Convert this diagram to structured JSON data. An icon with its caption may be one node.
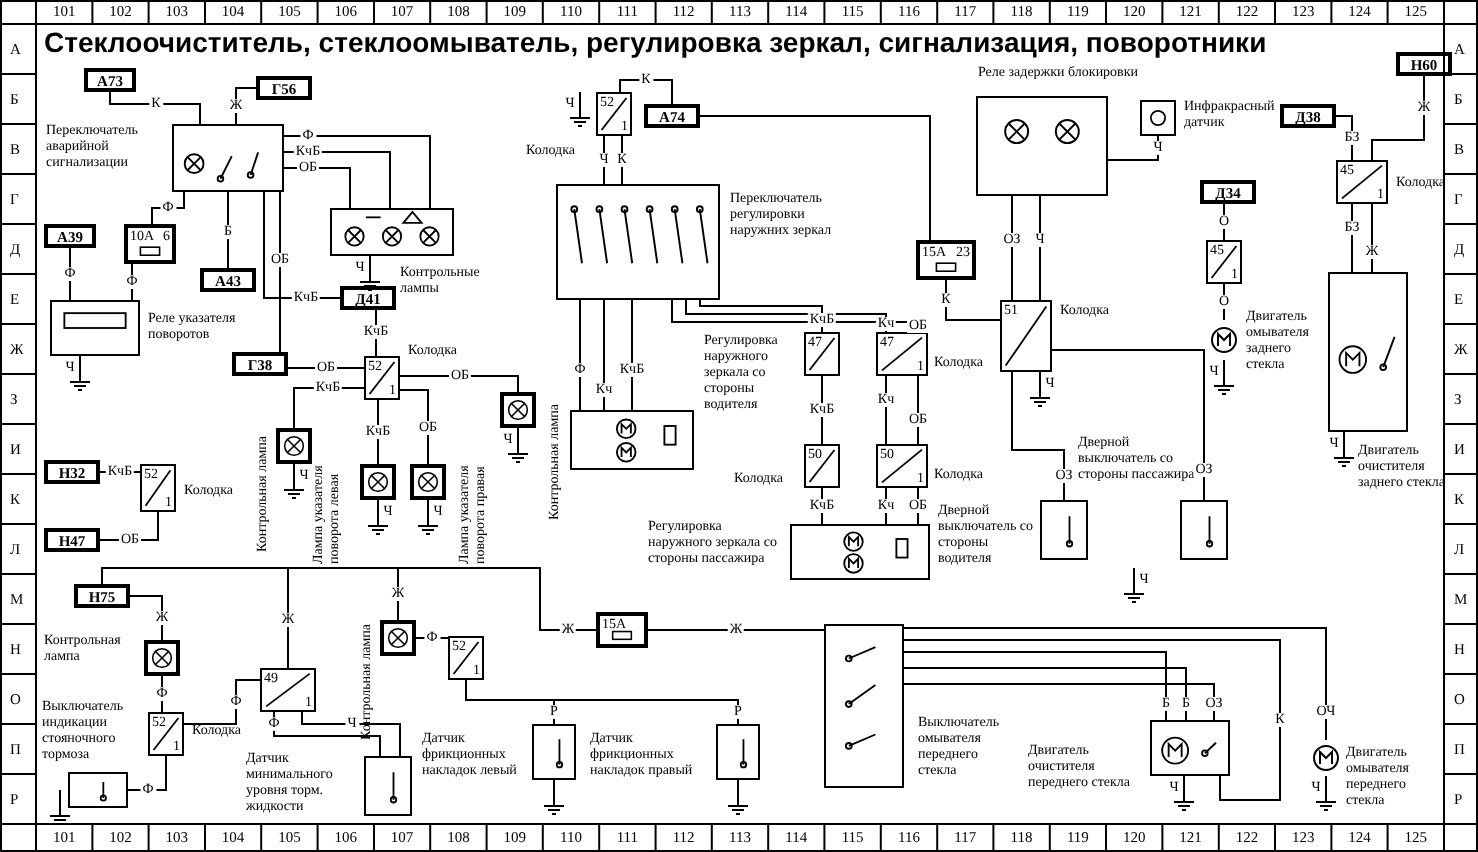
{
  "diagram": {
    "title": "Стеклоочиститель, стеклоомыватель, регулировка зеркал, сигнализация, поворотники",
    "nodes": [
      {
        "text": [
          "А73"
        ]
      },
      {
        "text": [
          "Г56"
        ]
      },
      {
        "text": [
          "Переключатель аварийной сигнализации"
        ]
      },
      {
        "text": [
          "10А",
          "6"
        ]
      },
      {
        "text": [
          "А39"
        ]
      },
      {
        "text": [
          "А43"
        ]
      },
      {
        "text": [
          "Контрольные лампы"
        ]
      },
      {
        "text": [
          "Реле указателя поворотов"
        ]
      },
      {
        "text": [
          "Д41"
        ]
      },
      {
        "text": [
          "Г38"
        ]
      },
      {
        "text": [
          "52",
          "1"
        ],
        "beside": [
          "Колодка"
        ]
      },
      {
        "text": [
          "Контрольная лампа"
        ]
      },
      {
        "text": [
          "Н32"
        ]
      },
      {
        "text": [
          "52",
          "1"
        ],
        "beside": [
          "Колодка"
        ]
      },
      {
        "text": [
          "Н47"
        ]
      },
      {
        "text": [
          "Контрольная лампа"
        ]
      },
      {
        "text": [
          "Лампа указателя поворота левая"
        ]
      },
      {
        "text": [
          "Лампа указателя поворота правая"
        ]
      },
      {
        "text": [
          "52",
          "1"
        ],
        "beside": [
          "Колодка"
        ]
      },
      {
        "text": [
          "А74"
        ]
      },
      {
        "text": [
          "Переключатель регулировки наружних зеркал"
        ]
      },
      {
        "text": [
          "15А",
          "23"
        ]
      },
      {
        "text": [
          "47"
        ]
      },
      {
        "text": [
          "47",
          "1"
        ],
        "beside": [
          "Колодка"
        ]
      },
      {
        "text": [
          "Регулировка наружного зеркала со стороны водителя"
        ]
      },
      {
        "text": [
          "50"
        ],
        "beside": [
          "Колодка"
        ]
      },
      {
        "text": [
          "50",
          "1"
        ],
        "beside": [
          "Колодка"
        ]
      },
      {
        "text": [
          "Регулировка наружного зеркала со стороны пассажира"
        ]
      },
      {
        "text": [
          "Реле задержки блокировки"
        ]
      },
      {
        "text": [
          "Инфракрасный датчик"
        ]
      },
      {
        "text": [
          "51"
        ],
        "beside": [
          "Колодка"
        ]
      },
      {
        "text": [
          "Д34"
        ]
      },
      {
        "text": [
          "45",
          "1"
        ]
      },
      {
        "text": [
          "Двигатель омывателя заднего стекла"
        ]
      },
      {
        "text": [
          "Д38"
        ]
      },
      {
        "text": [
          "Н60"
        ]
      },
      {
        "text": [
          "45",
          "1"
        ],
        "beside": [
          "Колодка"
        ]
      },
      {
        "text": [
          "Двигатель очистителя заднего стекла"
        ]
      },
      {
        "text": [
          "Дверной выключатель со стороны пассажира"
        ]
      },
      {
        "text": [
          "Дверной выключатель со стороны водителя"
        ]
      },
      {
        "text": [
          "Н75"
        ]
      },
      {
        "text": [
          "Контрольная лампа"
        ]
      },
      {
        "text": [
          "Выключатель индикации стояночного тормоза"
        ]
      },
      {
        "text": [
          "52",
          "1"
        ],
        "beside": [
          "Колодка"
        ]
      },
      {
        "text": [
          "49",
          "1"
        ]
      },
      {
        "text": [
          "Датчик минимального уровня торм. жидкости"
        ]
      },
      {
        "text": [
          "Контрольная лампа"
        ]
      },
      {
        "text": [
          "52",
          "1"
        ]
      },
      {
        "text": [
          "15А"
        ]
      },
      {
        "text": [
          "Датчик фрикционных накладок левый"
        ]
      },
      {
        "text": [
          "Датчик фрикционных накладок правый"
        ]
      },
      {
        "text": [
          "Выключатель омывателя переднего стекла"
        ]
      },
      {
        "text": [
          "Двигатель очистителя переднего стекла"
        ]
      },
      {
        "text": [
          "Двигатель омывателя переднего стекла"
        ]
      }
    ],
    "edges": [
      {
        "from": 0,
        "to": 2,
        "arrow": "none",
        "label": "К"
      },
      {
        "from": 1,
        "to": 2,
        "arrow": "none",
        "label": "Ж"
      },
      {
        "from": 2,
        "to": 6,
        "arrow": "none",
        "label": "Ф"
      },
      {
        "from": 2,
        "to": 6,
        "arrow": "none",
        "label": "КчБ"
      },
      {
        "from": 2,
        "to": 6,
        "arrow": "none",
        "label": "ОБ"
      },
      {
        "from": 2,
        "to": 3,
        "arrow": "none",
        "label": "Ф"
      },
      {
        "from": 2,
        "to": 5,
        "arrow": "none",
        "label": "Б"
      },
      {
        "from": 4,
        "to": 7,
        "arrow": "none",
        "label": "Ф"
      },
      {
        "from": 3,
        "to": 7,
        "arrow": "none",
        "label": "Ф"
      },
      {
        "from": 2,
        "to": 8,
        "arrow": "none",
        "label": "КчБ"
      },
      {
        "from": 8,
        "to": 10,
        "arrow": "none",
        "label": "КчБ"
      },
      {
        "from": 2,
        "to": 9,
        "arrow": "none",
        "label": "ОБ"
      },
      {
        "from": 9,
        "to": 10,
        "arrow": "none",
        "label": "ОБ"
      },
      {
        "from": 10,
        "to": 11,
        "arrow": "none",
        "label": "ОБ"
      },
      {
        "from": 10,
        "to": 16,
        "arrow": "none",
        "label": "КчБ"
      },
      {
        "from": 10,
        "to": 17,
        "arrow": "none",
        "label": "ОБ"
      },
      {
        "from": 10,
        "to": 15,
        "arrow": "none",
        "label": "КчБ"
      },
      {
        "from": 12,
        "to": 13,
        "arrow": "none",
        "label": "КчБ"
      },
      {
        "from": 14,
        "to": 13,
        "arrow": "none",
        "label": "ОБ"
      },
      {
        "from": 18,
        "to": 19,
        "arrow": "none",
        "label": "К"
      },
      {
        "from": 18,
        "to": 20,
        "arrow": "none",
        "label": "Ч"
      },
      {
        "from": 18,
        "to": 20,
        "arrow": "none",
        "label": "К"
      },
      {
        "from": 19,
        "to": 21,
        "arrow": "none"
      },
      {
        "from": 20,
        "to": 22,
        "arrow": "none",
        "label": "КчБ"
      },
      {
        "from": 20,
        "to": 23,
        "arrow": "none",
        "label": "Кч"
      },
      {
        "from": 20,
        "to": 23,
        "arrow": "none",
        "label": "ОБ"
      },
      {
        "from": 20,
        "to": 24,
        "arrow": "none",
        "label": "Ф"
      },
      {
        "from": 20,
        "to": 24,
        "arrow": "none",
        "label": "Кч"
      },
      {
        "from": 20,
        "to": 24,
        "arrow": "none",
        "label": "КчБ"
      },
      {
        "from": 22,
        "to": 25,
        "arrow": "none",
        "label": "КчБ"
      },
      {
        "from": 23,
        "to": 26,
        "arrow": "none",
        "label": "Кч"
      },
      {
        "from": 23,
        "to": 26,
        "arrow": "none",
        "label": "ОБ"
      },
      {
        "from": 25,
        "to": 27,
        "arrow": "none",
        "label": "КчБ"
      },
      {
        "from": 26,
        "to": 27,
        "arrow": "none",
        "label": "Кч"
      },
      {
        "from": 26,
        "to": 27,
        "arrow": "none",
        "label": "ОБ"
      },
      {
        "from": 21,
        "to": 30,
        "arrow": "none",
        "label": "К"
      },
      {
        "from": 28,
        "to": 30,
        "arrow": "none",
        "label": "ОЗ"
      },
      {
        "from": 28,
        "to": 30,
        "arrow": "none",
        "label": "Ч"
      },
      {
        "from": 29,
        "to": 28,
        "arrow": "none",
        "label": "Ч"
      },
      {
        "from": 30,
        "to": 38,
        "arrow": "none",
        "label": "ОЗ"
      },
      {
        "from": 30,
        "to": 39,
        "arrow": "none",
        "label": "ОЗ"
      },
      {
        "from": 31,
        "to": 32,
        "arrow": "none",
        "label": "О"
      },
      {
        "from": 32,
        "to": 33,
        "arrow": "none",
        "label": "О"
      },
      {
        "from": 34,
        "to": 36,
        "arrow": "none",
        "label": "БЗ"
      },
      {
        "from": 35,
        "to": 36,
        "arrow": "none",
        "label": "Ж"
      },
      {
        "from": 36,
        "to": 37,
        "arrow": "none",
        "label": "БЗ"
      },
      {
        "from": 36,
        "to": 37,
        "arrow": "none",
        "label": "Ж"
      },
      {
        "from": 40,
        "to": 41,
        "arrow": "none",
        "label": "Ж"
      },
      {
        "from": 41,
        "to": 43,
        "arrow": "none",
        "label": "Ф"
      },
      {
        "from": 43,
        "to": 42,
        "arrow": "none",
        "label": "Ф"
      },
      {
        "from": 43,
        "to": 44,
        "arrow": "none",
        "label": "Ф"
      },
      {
        "from": 40,
        "to": 44,
        "arrow": "none",
        "label": "Ж"
      },
      {
        "from": 44,
        "to": 45,
        "arrow": "none",
        "label": "Ф"
      },
      {
        "from": 44,
        "to": 45,
        "arrow": "none",
        "label": "Ч"
      },
      {
        "from": 40,
        "to": 46,
        "arrow": "none",
        "label": "Ж"
      },
      {
        "from": 46,
        "to": 47,
        "arrow": "none",
        "label": "Ф"
      },
      {
        "from": 47,
        "to": 49,
        "arrow": "none",
        "label": "Р"
      },
      {
        "from": 47,
        "to": 50,
        "arrow": "none",
        "label": "Р"
      },
      {
        "from": 40,
        "to": 48,
        "arrow": "none",
        "label": "Ж"
      },
      {
        "from": 48,
        "to": 51,
        "arrow": "none",
        "label": "Ж"
      },
      {
        "from": 51,
        "to": 52,
        "arrow": "none",
        "label": "Б"
      },
      {
        "from": 51,
        "to": 52,
        "arrow": "none",
        "label": "Б"
      },
      {
        "from": 51,
        "to": 52,
        "arrow": "none",
        "label": "ОЗ"
      },
      {
        "from": 51,
        "to": 52,
        "arrow": "none",
        "label": "К"
      },
      {
        "from": 51,
        "to": 53,
        "arrow": "none",
        "label": "ОЧ"
      }
    ],
    "labels": [
      "101",
      "102",
      "103",
      "104",
      "105",
      "106",
      "107",
      "108",
      "109",
      "110",
      "111",
      "112",
      "113",
      "114",
      "115",
      "116",
      "117",
      "118",
      "119",
      "120",
      "121",
      "122",
      "123",
      "124",
      "125",
      "А",
      "Б",
      "В",
      "Г",
      "Д",
      "Е",
      "Ж",
      "З",
      "И",
      "К",
      "Л",
      "М",
      "Н",
      "О",
      "П",
      "Р",
      "А",
      "Б",
      "В",
      "Г",
      "Д",
      "Е",
      "Ж",
      "З",
      "И",
      "К",
      "Л",
      "М",
      "Н",
      "О",
      "П",
      "Р",
      "101",
      "102",
      "103",
      "104",
      "105",
      "106",
      "107",
      "108",
      "109",
      "110",
      "111",
      "112",
      "113",
      "114",
      "115",
      "116",
      "117",
      "118",
      "119",
      "120",
      "121",
      "122",
      "123",
      "124",
      "125",
      "Ч",
      "Ч",
      "Ч",
      "Ч",
      "Ч",
      "Ч",
      "Ч",
      "Ч",
      "Ч",
      "Ч",
      "Ч",
      "Ч",
      "Ч"
    ]
  }
}
